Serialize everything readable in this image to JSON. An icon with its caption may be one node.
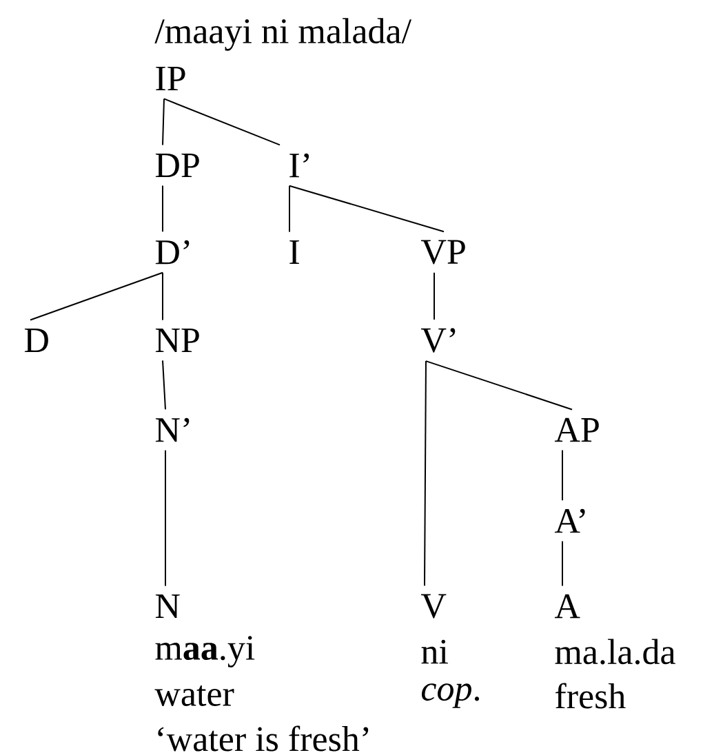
{
  "diagram": {
    "title": "/maayi ni malada/",
    "caption": "‘water is fresh’",
    "nodes": [
      {
        "text": [
          "IP"
        ]
      },
      {
        "text": [
          "DP"
        ]
      },
      {
        "text": [
          "I’"
        ]
      },
      {
        "text": [
          "D’"
        ]
      },
      {
        "text": [
          "I"
        ]
      },
      {
        "text": [
          "VP"
        ]
      },
      {
        "text": [
          "D"
        ]
      },
      {
        "text": [
          "NP"
        ]
      },
      {
        "text": [
          "V’"
        ]
      },
      {
        "text": [
          "N’"
        ]
      },
      {
        "text": [
          "AP"
        ]
      },
      {
        "text": [
          "A’"
        ]
      },
      {
        "text": [
          "N"
        ],
        "beside": [
          "m**aa**.yi",
          "water"
        ]
      },
      {
        "text": [
          "V"
        ],
        "beside": [
          "ni",
          "*cop*."
        ]
      },
      {
        "text": [
          "A"
        ],
        "beside": [
          "ma.la.da",
          "fresh"
        ]
      }
    ],
    "edges": [
      {
        "from": 0,
        "to": 1,
        "arrow": "none"
      },
      {
        "from": 0,
        "to": 2,
        "arrow": "none"
      },
      {
        "from": 1,
        "to": 3,
        "arrow": "none"
      },
      {
        "from": 2,
        "to": 4,
        "arrow": "none"
      },
      {
        "from": 2,
        "to": 5,
        "arrow": "none"
      },
      {
        "from": 3,
        "to": 6,
        "arrow": "none"
      },
      {
        "from": 3,
        "to": 7,
        "arrow": "none"
      },
      {
        "from": 5,
        "to": 8,
        "arrow": "none"
      },
      {
        "from": 7,
        "to": 9,
        "arrow": "none"
      },
      {
        "from": 8,
        "to": 13,
        "arrow": "none"
      },
      {
        "from": 8,
        "to": 10,
        "arrow": "none"
      },
      {
        "from": 9,
        "to": 12,
        "arrow": "none"
      },
      {
        "from": 10,
        "to": 11,
        "arrow": "none"
      },
      {
        "from": 11,
        "to": 14,
        "arrow": "none"
      }
    ]
  }
}
